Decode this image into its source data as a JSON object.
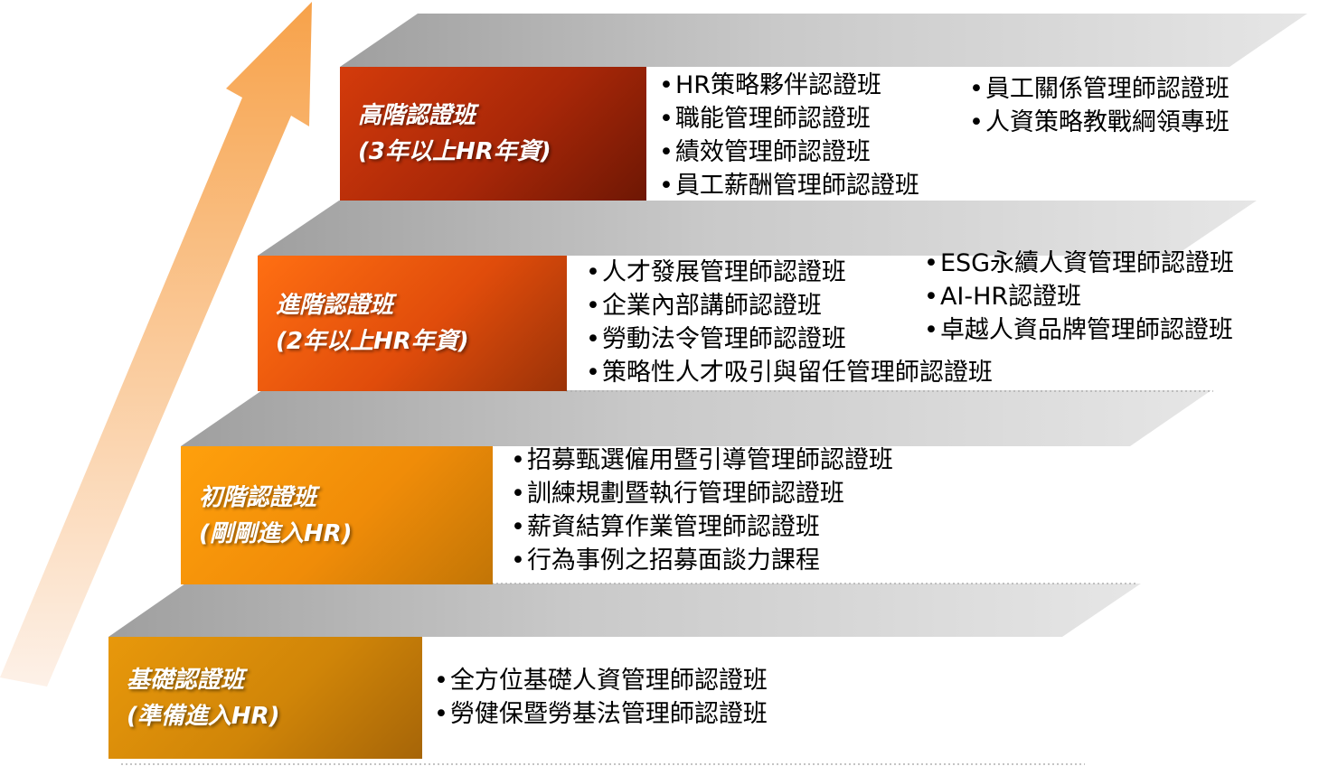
{
  "colors": {
    "arrow_top": "#f7a24a",
    "arrow_bottom": "#fbe9dc",
    "step_dark": "#a7a7a7",
    "step_light": "#e2e2e2",
    "advanced_box": [
      "#cf3a0c",
      "#7a1904"
    ],
    "intermediate_box": [
      "#ff6a10",
      "#a0340a"
    ],
    "beginner_box": [
      "#fe9d0b",
      "#c67b06"
    ],
    "foundation_box": [
      "#e2930a",
      "#b06a08"
    ]
  },
  "levels": [
    {
      "id": "advanced",
      "title": "高階認證班",
      "subtitle": "(3年以上HR年資)",
      "courses_left": [
        "HR策略夥伴認證班",
        "職能管理師認證班",
        "績效管理師認證班",
        "員工薪酬管理師認證班"
      ],
      "courses_right": [
        "員工關係管理師認證班",
        "人資策略教戰綱領專班"
      ]
    },
    {
      "id": "intermediate",
      "title": "進階認證班",
      "subtitle": "(2年以上HR年資)",
      "courses_left": [
        "人才發展管理師認證班",
        "企業內部講師認證班",
        "勞動法令管理師認證班",
        "策略性人才吸引與留任管理師認證班"
      ],
      "courses_right": [
        "ESG永續人資管理師認證班",
        "AI-HR認證班",
        "卓越人資品牌管理師認證班"
      ]
    },
    {
      "id": "beginner",
      "title": "初階認證班",
      "subtitle": "(剛剛進入HR)",
      "courses_left": [
        "招募甄選僱用暨引導管理師認證班",
        "訓練規劃暨執行管理師認證班",
        "薪資結算作業管理師認證班",
        "行為事例之招募面談力課程"
      ],
      "courses_right": []
    },
    {
      "id": "foundation",
      "title": "基礎認證班",
      "subtitle": "(準備進入HR)",
      "courses_left": [
        "全方位基礎人資管理師認證班",
        "勞健保暨勞基法管理師認證班"
      ],
      "courses_right": []
    }
  ]
}
